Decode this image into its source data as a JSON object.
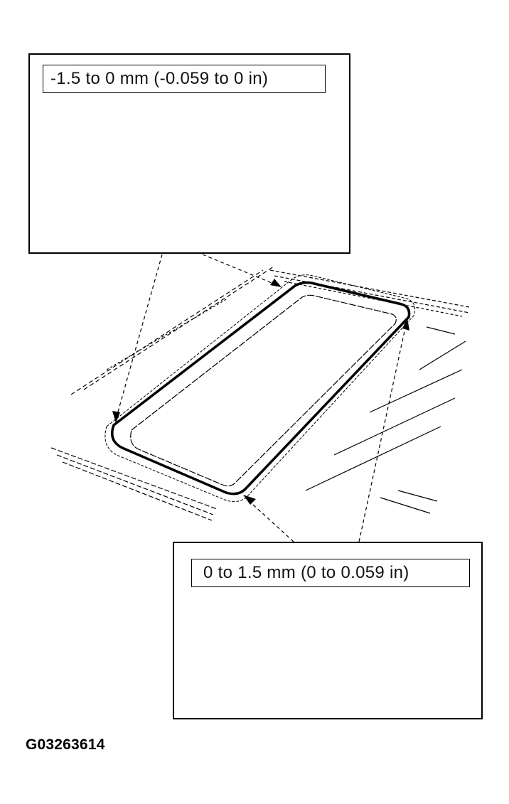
{
  "callouts": {
    "top": {
      "label": "-1.5 to 0 mm (-0.059 to 0 in)"
    },
    "bottom": {
      "label": "0 to 1.5 mm (0 to 0.059 in)"
    }
  },
  "figure_id": "G03263614",
  "colors": {
    "ink": "#000000",
    "background": "#ffffff"
  }
}
